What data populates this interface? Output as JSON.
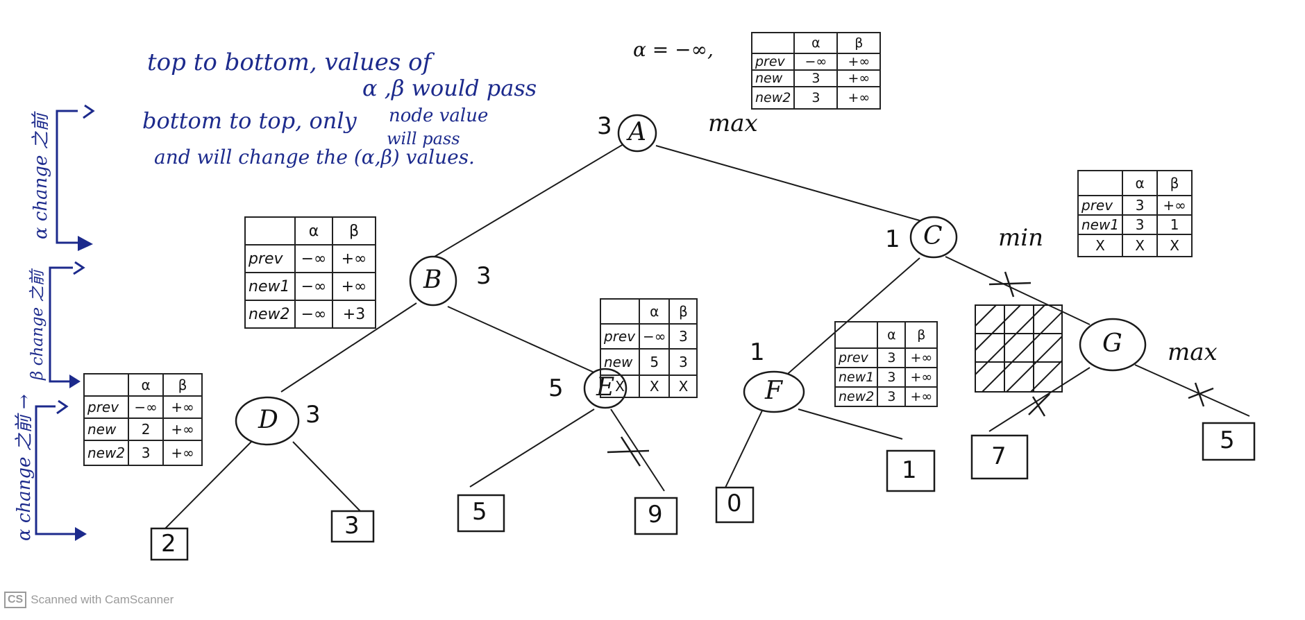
{
  "notes": {
    "line1": "top to bottom, values of",
    "line2": "α ,β would pass",
    "line3": "bottom to top, only",
    "line3b": "node value",
    "line3c": "will pass",
    "line4": "and will change the (α,β) values.",
    "alpha_init": "α = −∞,"
  },
  "side_notes": {
    "top": "α change 之前",
    "mid": "β change 之前",
    "bottom": "α change 之前 →"
  },
  "level_labels": {
    "A": "max",
    "C": "min",
    "G": "max"
  },
  "nodes": {
    "A": {
      "name": "A",
      "value": "3"
    },
    "B": {
      "name": "B",
      "value": "3"
    },
    "C": {
      "name": "C",
      "value": "1"
    },
    "D": {
      "name": "D",
      "value": "3"
    },
    "E": {
      "name": "E",
      "value": "5"
    },
    "F": {
      "name": "F",
      "value": "1"
    },
    "G": {
      "name": "G",
      "value": ""
    }
  },
  "leaves": {
    "l2": "2",
    "l3": "3",
    "l5": "5",
    "l9": "9",
    "l0": "0",
    "l1": "1",
    "l7": "7",
    "l5b": "5"
  },
  "tables": {
    "A": {
      "header": [
        "",
        "α",
        "β"
      ],
      "rows": [
        [
          "prev",
          "−∞",
          "+∞"
        ],
        [
          "new",
          "3",
          "+∞"
        ],
        [
          "new2",
          "3",
          "+∞"
        ]
      ]
    },
    "B": {
      "header": [
        "",
        "α",
        "β"
      ],
      "rows": [
        [
          "prev",
          "−∞",
          "+∞"
        ],
        [
          "new1",
          "−∞",
          "+∞"
        ],
        [
          "new2",
          "−∞",
          "+3"
        ]
      ]
    },
    "C": {
      "header": [
        "",
        "α",
        "β"
      ],
      "rows": [
        [
          "prev",
          "3",
          "+∞"
        ],
        [
          "new1",
          "3",
          "1"
        ],
        [
          "X",
          "X",
          "X"
        ]
      ]
    },
    "D": {
      "header": [
        "",
        "α",
        "β"
      ],
      "rows": [
        [
          "prev",
          "−∞",
          "+∞"
        ],
        [
          "new",
          "2",
          "+∞"
        ],
        [
          "new2",
          "3",
          "+∞"
        ]
      ]
    },
    "E": {
      "header": [
        "",
        "α",
        "β"
      ],
      "rows": [
        [
          "prev",
          "−∞",
          "3"
        ],
        [
          "new",
          "5",
          "3"
        ],
        [
          "X",
          "X",
          "X"
        ]
      ]
    },
    "F": {
      "header": [
        "",
        "α",
        "β"
      ],
      "rows": [
        [
          "prev",
          "3",
          "+∞"
        ],
        [
          "new1",
          "3",
          "+∞"
        ],
        [
          "new2",
          "3",
          "+∞"
        ]
      ]
    }
  },
  "watermark": {
    "badge": "CS",
    "text": "Scanned with CamScanner"
  }
}
